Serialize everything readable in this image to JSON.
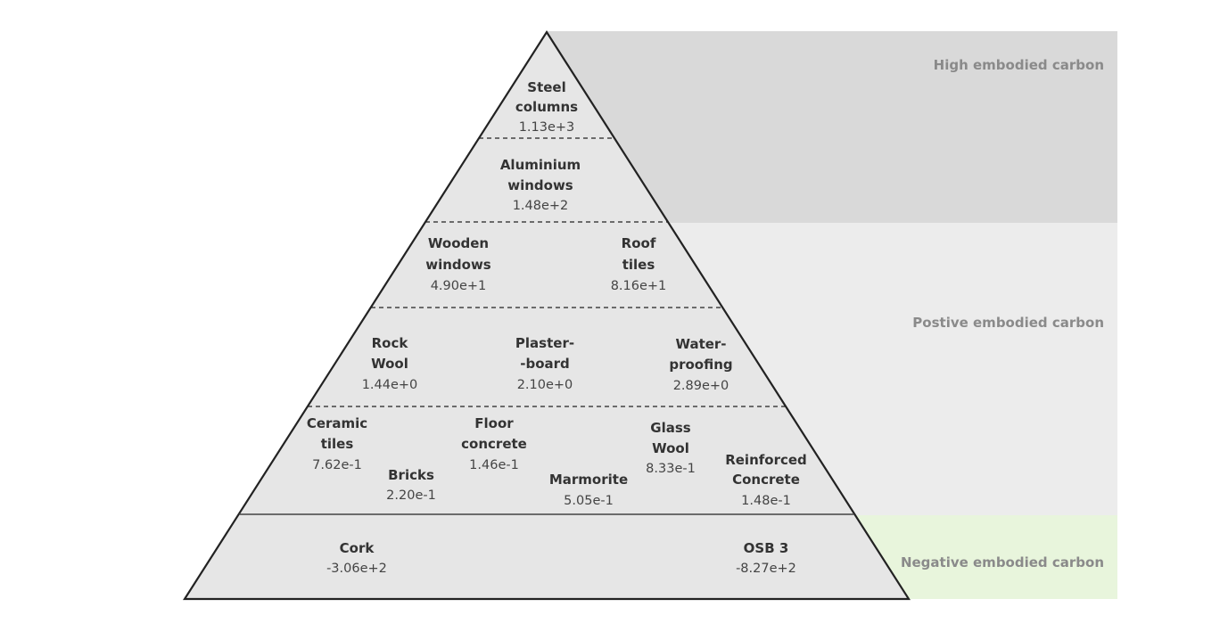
{
  "colors": {
    "high_band": "#d9d9d9",
    "positive_band": "#ececec",
    "negative_band": "#e8f5dc",
    "pyramid_fill": "#e6e6e6",
    "band_text": "#8a8a8a"
  },
  "bands": {
    "high": "High embodied carbon",
    "positive": "Postive embodied carbon",
    "negative": "Negative embodied carbon"
  },
  "materials": {
    "steel_columns": {
      "l1": "Steel",
      "l2": "columns",
      "value": "1.13e+3"
    },
    "aluminium_windows": {
      "l1": "Aluminium",
      "l2": "windows",
      "value": "1.48e+2"
    },
    "wooden_windows": {
      "l1": "Wooden",
      "l2": "windows",
      "value": "4.90e+1"
    },
    "roof_tiles": {
      "l1": "Roof",
      "l2": "tiles",
      "value": "8.16e+1"
    },
    "rock_wool": {
      "l1": "Rock",
      "l2": "Wool",
      "value": "1.44e+0"
    },
    "plasterboard": {
      "l1": "Plaster-",
      "l2": "-board",
      "value": "2.10e+0"
    },
    "waterproofing": {
      "l1": "Water-",
      "l2": "proofing",
      "value": "2.89e+0"
    },
    "ceramic_tiles": {
      "l1": "Ceramic",
      "l2": "tiles",
      "value": "7.62e-1"
    },
    "bricks": {
      "l1": "Bricks",
      "value": "2.20e-1"
    },
    "floor_concrete": {
      "l1": "Floor",
      "l2": "concrete",
      "value": "1.46e-1"
    },
    "marmorite": {
      "l1": "Marmorite",
      "value": "5.05e-1"
    },
    "glass_wool": {
      "l1": "Glass",
      "l2": "Wool",
      "value": "8.33e-1"
    },
    "reinforced_concrete": {
      "l1": "Reinforced",
      "l2": "Concrete",
      "value": "1.48e-1"
    },
    "cork": {
      "l1": "Cork",
      "value": "-3.06e+2"
    },
    "osb3": {
      "l1": "OSB 3",
      "value": "-8.27e+2"
    }
  }
}
